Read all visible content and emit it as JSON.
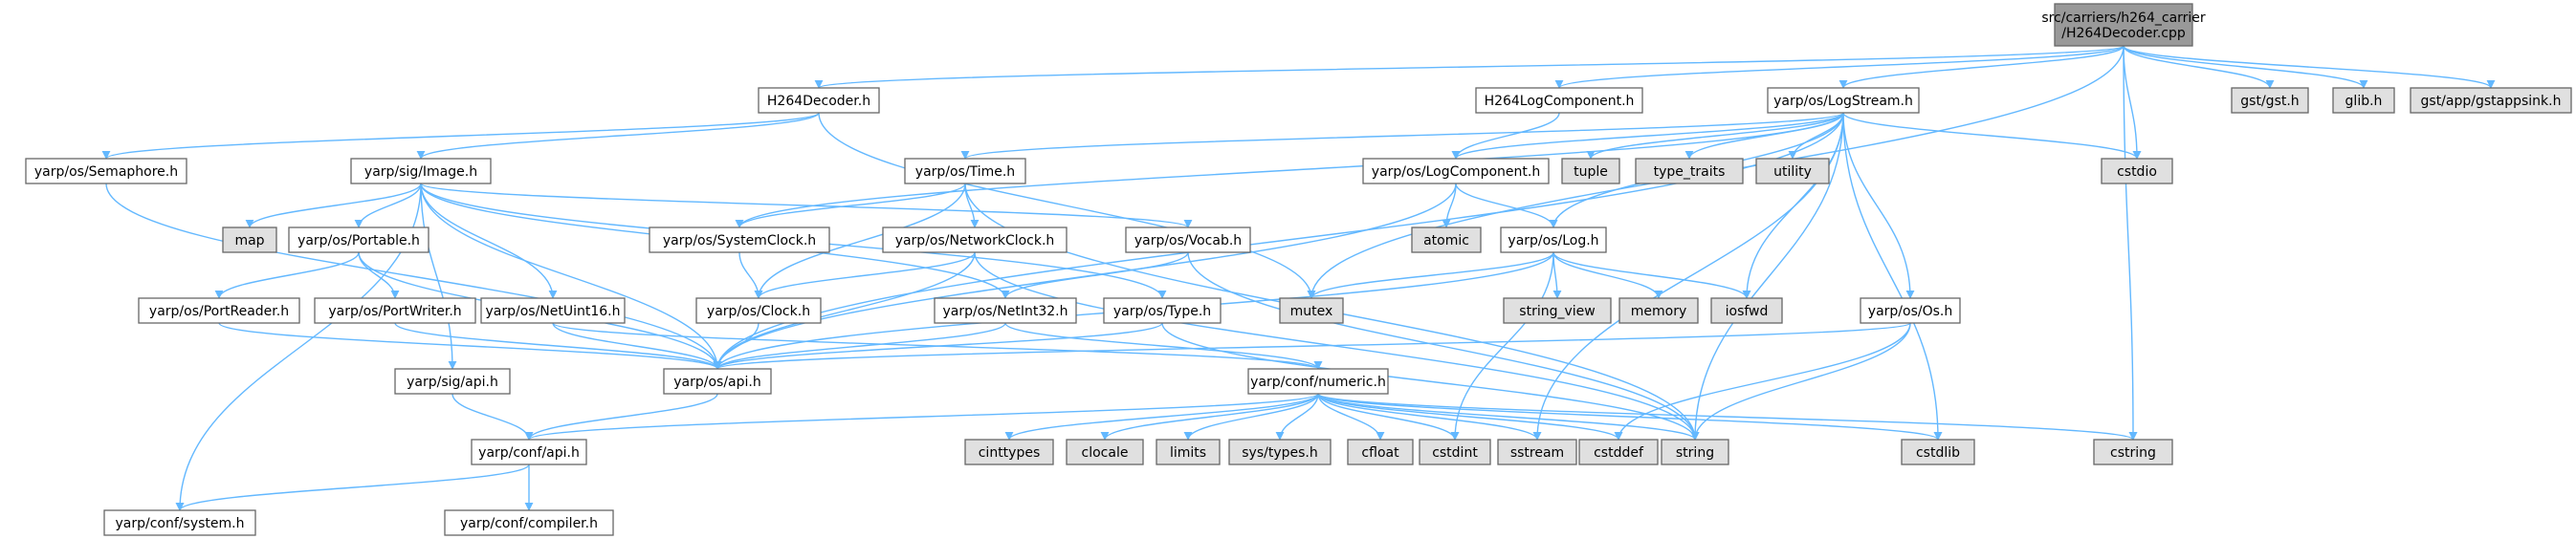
{
  "colors": {
    "edge": "#63b8ff",
    "root_fill": "#999999",
    "node_fill": "#ffffff",
    "external_fill": "#e0e0e0",
    "border": "#666666",
    "text": "#000000"
  },
  "nodes": {
    "root": [
      "src/carriers/h264_carrier",
      "/H264Decoder.cpp"
    ],
    "h264decoder_h": "H264Decoder.h",
    "h264logcomponent_h": "H264LogComponent.h",
    "logstream_h": "yarp/os/LogStream.h",
    "gst_h": "gst/gst.h",
    "glib_h": "glib.h",
    "gstappsink_h": "gst/app/gstappsink.h",
    "semaphore_h": "yarp/os/Semaphore.h",
    "image_h": "yarp/sig/Image.h",
    "time_h": "yarp/os/Time.h",
    "logcomponent_h": "yarp/os/LogComponent.h",
    "tuple": "tuple",
    "type_traits": "type_traits",
    "utility": "utility",
    "cstdio": "cstdio",
    "map": "map",
    "portable_h": "yarp/os/Portable.h",
    "systemclock_h": "yarp/os/SystemClock.h",
    "networkclock_h": "yarp/os/NetworkClock.h",
    "vocab_h": "yarp/os/Vocab.h",
    "atomic": "atomic",
    "log_h": "yarp/os/Log.h",
    "portreader_h": "yarp/os/PortReader.h",
    "portwriter_h": "yarp/os/PortWriter.h",
    "netuint16_h": "yarp/os/NetUint16.h",
    "clock_h": "yarp/os/Clock.h",
    "netint32_h": "yarp/os/NetInt32.h",
    "type_h": "yarp/os/Type.h",
    "mutex": "mutex",
    "string_view": "string_view",
    "memory": "memory",
    "iosfwd": "iosfwd",
    "os_h": "yarp/os/Os.h",
    "sig_api_h": "yarp/sig/api.h",
    "os_api_h": "yarp/os/api.h",
    "numeric_h": "yarp/conf/numeric.h",
    "conf_api_h": "yarp/conf/api.h",
    "cinttypes": "cinttypes",
    "clocale": "clocale",
    "limits": "limits",
    "sys_types_h": "sys/types.h",
    "cfloat": "cfloat",
    "cstdint": "cstdint",
    "sstream": "sstream",
    "cstddef": "cstddef",
    "string": "string",
    "cstdlib": "cstdlib",
    "cstring": "cstring",
    "conf_system_h": "yarp/conf/system.h",
    "conf_compiler_h": "yarp/conf/compiler.h"
  },
  "edges": [
    [
      "root",
      "h264decoder_h"
    ],
    [
      "root",
      "h264logcomponent_h"
    ],
    [
      "root",
      "logstream_h"
    ],
    [
      "root",
      "mutex"
    ],
    [
      "root",
      "cstdio"
    ],
    [
      "root",
      "cstring"
    ],
    [
      "root",
      "gst_h"
    ],
    [
      "root",
      "glib_h"
    ],
    [
      "root",
      "gstappsink_h"
    ],
    [
      "h264decoder_h",
      "semaphore_h"
    ],
    [
      "h264decoder_h",
      "image_h"
    ],
    [
      "h264decoder_h",
      "mutex"
    ],
    [
      "h264logcomponent_h",
      "logcomponent_h"
    ],
    [
      "logstream_h",
      "os_api_h"
    ],
    [
      "logstream_h",
      "systemclock_h"
    ],
    [
      "logstream_h",
      "time_h"
    ],
    [
      "logstream_h",
      "logcomponent_h"
    ],
    [
      "logstream_h",
      "tuple"
    ],
    [
      "logstream_h",
      "type_traits"
    ],
    [
      "logstream_h",
      "utility"
    ],
    [
      "logstream_h",
      "cstdio"
    ],
    [
      "logstream_h",
      "log_h"
    ],
    [
      "logstream_h",
      "iosfwd"
    ],
    [
      "logstream_h",
      "os_h"
    ],
    [
      "logstream_h",
      "sstream"
    ],
    [
      "logstream_h",
      "string"
    ],
    [
      "logstream_h",
      "cstdlib"
    ],
    [
      "semaphore_h",
      "os_api_h"
    ],
    [
      "image_h",
      "map"
    ],
    [
      "image_h",
      "portable_h"
    ],
    [
      "image_h",
      "vocab_h"
    ],
    [
      "image_h",
      "netuint16_h"
    ],
    [
      "image_h",
      "netint32_h"
    ],
    [
      "image_h",
      "type_h"
    ],
    [
      "image_h",
      "sig_api_h"
    ],
    [
      "image_h",
      "os_api_h"
    ],
    [
      "image_h",
      "conf_system_h"
    ],
    [
      "time_h",
      "systemclock_h"
    ],
    [
      "time_h",
      "networkclock_h"
    ],
    [
      "time_h",
      "clock_h"
    ],
    [
      "time_h",
      "string"
    ],
    [
      "logcomponent_h",
      "atomic"
    ],
    [
      "logcomponent_h",
      "log_h"
    ],
    [
      "logcomponent_h",
      "os_api_h"
    ],
    [
      "portable_h",
      "portreader_h"
    ],
    [
      "portable_h",
      "portwriter_h"
    ],
    [
      "portable_h",
      "os_api_h"
    ],
    [
      "systemclock_h",
      "clock_h"
    ],
    [
      "networkclock_h",
      "clock_h"
    ],
    [
      "networkclock_h",
      "os_api_h"
    ],
    [
      "networkclock_h",
      "string"
    ],
    [
      "vocab_h",
      "netint32_h"
    ],
    [
      "vocab_h",
      "string"
    ],
    [
      "log_h",
      "mutex"
    ],
    [
      "log_h",
      "string_view"
    ],
    [
      "log_h",
      "memory"
    ],
    [
      "log_h",
      "iosfwd"
    ],
    [
      "log_h",
      "cstdint"
    ],
    [
      "log_h",
      "os_api_h"
    ],
    [
      "portreader_h",
      "os_api_h"
    ],
    [
      "portwriter_h",
      "os_api_h"
    ],
    [
      "netuint16_h",
      "os_api_h"
    ],
    [
      "netuint16_h",
      "numeric_h"
    ],
    [
      "clock_h",
      "os_api_h"
    ],
    [
      "netint32_h",
      "os_api_h"
    ],
    [
      "netint32_h",
      "numeric_h"
    ],
    [
      "type_h",
      "os_api_h"
    ],
    [
      "type_h",
      "string"
    ],
    [
      "os_h",
      "os_api_h"
    ],
    [
      "os_h",
      "string"
    ],
    [
      "os_h",
      "cstddef"
    ],
    [
      "sig_api_h",
      "conf_api_h"
    ],
    [
      "os_api_h",
      "conf_api_h"
    ],
    [
      "numeric_h",
      "conf_api_h"
    ],
    [
      "numeric_h",
      "cinttypes"
    ],
    [
      "numeric_h",
      "clocale"
    ],
    [
      "numeric_h",
      "limits"
    ],
    [
      "numeric_h",
      "sys_types_h"
    ],
    [
      "numeric_h",
      "cfloat"
    ],
    [
      "numeric_h",
      "cstdint"
    ],
    [
      "numeric_h",
      "sstream"
    ],
    [
      "numeric_h",
      "cstddef"
    ],
    [
      "numeric_h",
      "string"
    ],
    [
      "numeric_h",
      "cstdlib"
    ],
    [
      "numeric_h",
      "cstring"
    ],
    [
      "conf_api_h",
      "conf_system_h"
    ],
    [
      "conf_api_h",
      "conf_compiler_h"
    ]
  ]
}
